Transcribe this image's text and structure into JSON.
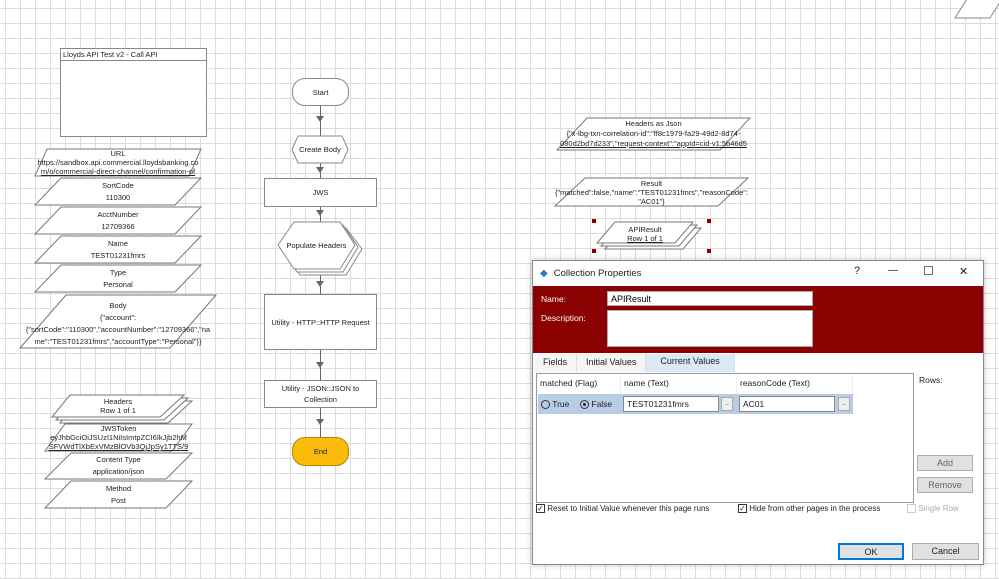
{
  "note": {
    "title": "Lloyds API Test v2 - Call API"
  },
  "data_items_left": [
    {
      "name": "URL",
      "value1": "https://sandbox.api.commercial.lloydsbanking.co",
      "value2": "m/o/commercial-direct-channel/confirmation-of"
    },
    {
      "name": "SortCode",
      "value1": "110300"
    },
    {
      "name": "AcctNumber",
      "value1": "12709366"
    },
    {
      "name": "Name",
      "value1": "TEST01231fmrs"
    },
    {
      "name": "Type",
      "value1": "Personal"
    },
    {
      "name": "Body",
      "value1": "{\"account\":",
      "value2": "{\"sortCode\":\"110300\",\"accountNumber\":\"12709366\",\"na",
      "value3": "me\":\"TEST01231fmrs\",\"accountType\":\"Personal\"}}"
    }
  ],
  "headers_collection": {
    "name": "Headers",
    "rows": "Row 1 of 1"
  },
  "data_items_lower": [
    {
      "name": "JWSToken",
      "value1": "eyJhbGciOiJSUzI1NiIsImtpZCI6IkJjb2hM",
      "value2": "SFVWdTlXbExVMzBlOVb3QjJpSy1TTS/9"
    },
    {
      "name": "Content Type",
      "value1": "application/json"
    },
    {
      "name": "Method",
      "value1": "Post"
    }
  ],
  "flow": {
    "start": "Start",
    "create_body": "Create Body",
    "jws": "JWS",
    "populate_headers": "Populate Headers",
    "http_request": "Utility - HTTP::HTTP Request",
    "json_to_collection_1": "Utility - JSON::JSON to",
    "json_to_collection_2": "Collection",
    "end": "End"
  },
  "data_items_right": {
    "headers_json": {
      "name": "Headers as Json",
      "value1": "{\"x-lbg-txn-correlation-id\":\"ff8c1979-fa29-49d2-8d74-",
      "value2": "080d2bd7d233\",\"request-context\":\"appId=cid-v1:5b46d5"
    },
    "result": {
      "name": "Result",
      "value1": "{\"matched\":false,\"name\":\"TEST01231fmrs\",\"reasonCode\":",
      "value2": "\"AC01\"}"
    },
    "api_result": {
      "name": "APIResult",
      "rows": "Row 1 of 1"
    }
  },
  "dialog": {
    "title": "Collection Properties",
    "help": "?",
    "minimize": "—",
    "maximize": "☐",
    "close": "✕",
    "name_label": "Name:",
    "name_value": "APIResult",
    "description_label": "Description:",
    "description_value": "",
    "tabs": [
      "Fields",
      "Initial Values",
      "Current Values"
    ],
    "active_tab": "Current Values",
    "columns": [
      "matched  (Flag)",
      "name  (Text)",
      "reasonCode  (Text)"
    ],
    "row": {
      "true_label": "True",
      "false_label": "False",
      "matched": false,
      "name": "TEST01231fmrs",
      "reasonCode": "AC01",
      "ellipsis": ".."
    },
    "rows_label": "Rows:",
    "add": "Add",
    "remove": "Remove",
    "reset_label": "Reset to Initial Value whenever this page runs",
    "reset_checked": true,
    "hide_label": "Hide from other pages in the process",
    "hide_checked": true,
    "single_row_label": "Single Row",
    "single_row_checked": false,
    "ok": "OK",
    "cancel": "Cancel",
    "accent": "#8b0000"
  }
}
